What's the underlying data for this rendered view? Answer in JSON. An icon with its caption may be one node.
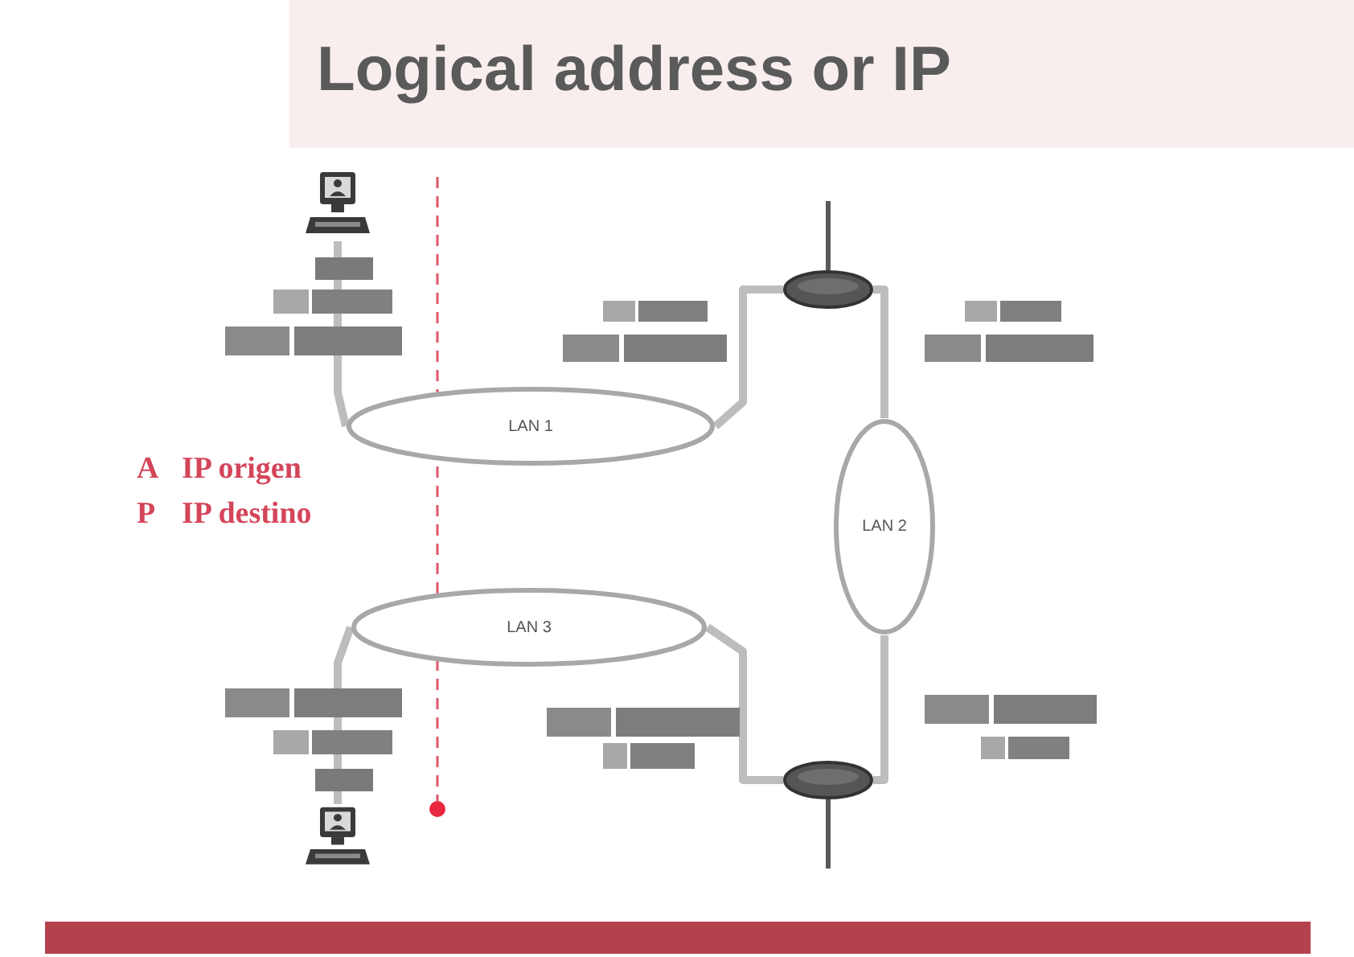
{
  "diagram": {
    "title": "Logical address or IP",
    "nodes": [
      {
        "text": [],
        "shape": "picture"
      },
      {
        "text": [],
        "shape": "ellipse"
      },
      {
        "text": [
          "LAN 1"
        ]
      },
      {
        "text": [
          "LAN 2"
        ]
      },
      {
        "text": [
          "LAN 3"
        ]
      },
      {
        "text": [],
        "shape": "ellipse"
      },
      {
        "text": [],
        "shape": "picture"
      }
    ],
    "edges": [
      {
        "from": 0,
        "to": 2,
        "arrow": "none"
      },
      {
        "from": 2,
        "to": 1,
        "arrow": "none"
      },
      {
        "from": 1,
        "to": 3,
        "arrow": "none"
      },
      {
        "from": 3,
        "to": 5,
        "arrow": "none"
      },
      {
        "from": 5,
        "to": 4,
        "arrow": "none"
      },
      {
        "from": 4,
        "to": 6,
        "arrow": "none"
      }
    ],
    "labels": [
      "A",
      "IP origen",
      "P",
      "IP destino"
    ]
  }
}
